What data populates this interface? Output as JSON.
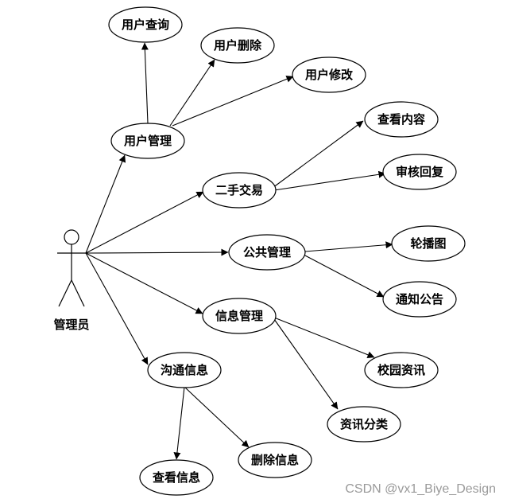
{
  "diagram": {
    "actor": {
      "label": "管理员"
    },
    "nodes": {
      "user_query": "用户查询",
      "user_delete": "用户删除",
      "user_modify": "用户修改",
      "user_manage": "用户管理",
      "view_content": "查看内容",
      "review_reply": "审核回复",
      "second_hand": "二手交易",
      "carousel": "轮播图",
      "public_manage": "公共管理",
      "notice": "通知公告",
      "info_manage": "信息管理",
      "campus_news": "校园资讯",
      "news_category": "资讯分类",
      "comm_info": "沟通信息",
      "view_info": "查看信息",
      "delete_info": "删除信息"
    }
  },
  "watermark": "CSDN @vx1_Biye_Design",
  "colors": {
    "stroke": "#000000",
    "background": "#ffffff",
    "watermark": "#9a9a9a"
  }
}
